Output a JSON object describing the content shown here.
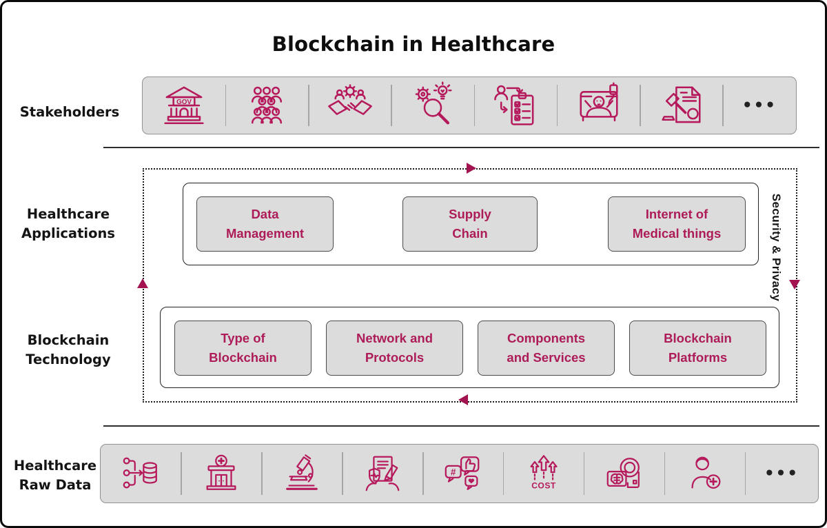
{
  "title": "Blockchain in Healthcare",
  "colors": {
    "accent": "#b5195b",
    "arrow": "#a31350",
    "panel_fill": "#dcdcdc",
    "panel_border": "#909090",
    "box_border": "#4a4a4a",
    "box_text": "#ad1c58",
    "text_dark": "#141414"
  },
  "stakeholders": {
    "label": "Stakeholders",
    "icons": [
      {
        "name": "government",
        "text": "GOV"
      },
      {
        "name": "public-crowd"
      },
      {
        "name": "partnership-handshake"
      },
      {
        "name": "research-innovation"
      },
      {
        "name": "task-assignment"
      },
      {
        "name": "patient-care"
      },
      {
        "name": "legal-regulation"
      }
    ],
    "more": "•••"
  },
  "flow_loop": {
    "security_label": "Security & Privacy"
  },
  "applications": {
    "label": [
      "Healthcare",
      "Applications"
    ],
    "boxes": [
      [
        "Data",
        "Management"
      ],
      [
        "Supply",
        "Chain"
      ],
      [
        "Internet of",
        "Medical things"
      ]
    ]
  },
  "technology": {
    "label": [
      "Blockchain",
      "Technology"
    ],
    "boxes": [
      [
        "Type of",
        "Blockchain"
      ],
      [
        "Network and",
        "Protocols"
      ],
      [
        "Components",
        "and Services"
      ],
      [
        "Blockchain",
        "Platforms"
      ]
    ]
  },
  "raw_data": {
    "label": [
      "Healthcare",
      "Raw Data"
    ],
    "icons": [
      {
        "name": "data-collection"
      },
      {
        "name": "hospital"
      },
      {
        "name": "lab-research"
      },
      {
        "name": "insurance-claim"
      },
      {
        "name": "social-media",
        "text": "#"
      },
      {
        "name": "cost",
        "text": "COST"
      },
      {
        "name": "medical-imaging"
      },
      {
        "name": "patient"
      }
    ],
    "more": "•••"
  }
}
